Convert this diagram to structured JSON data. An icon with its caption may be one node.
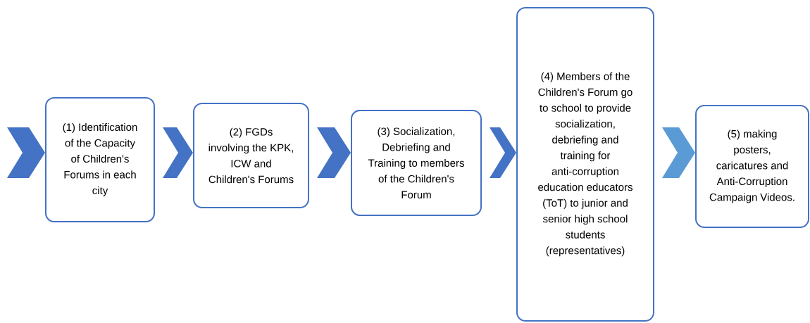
{
  "diagram": {
    "nodes": [
      {
        "text": [
          "(1) Identification of the Capacity of Children's Forums in each city"
        ]
      },
      {
        "text": [
          "(2) FGDs involving the KPK, ICW and Children's Forums"
        ]
      },
      {
        "text": [
          "(3) Socialization, Debriefing and Training to members of the Children's Forum"
        ]
      },
      {
        "text": [
          "(4) Members of the Children's Forum go to school to provide socialization, debriefing and training for anti-corruption education educators (ToT) to junior and senior high school students (representatives)"
        ]
      },
      {
        "text": [
          "(5) making posters, caricatures and Anti-Corruption Campaign Videos."
        ]
      }
    ],
    "edges": [
      {
        "from": null,
        "to": 0,
        "arrow": "to"
      },
      {
        "from": 0,
        "to": 1,
        "arrow": "to"
      },
      {
        "from": 1,
        "to": 2,
        "arrow": "to"
      },
      {
        "from": 2,
        "to": 3,
        "arrow": "to"
      },
      {
        "from": 3,
        "to": 4,
        "arrow": "to",
        "color": "#5b9bd5"
      }
    ]
  }
}
